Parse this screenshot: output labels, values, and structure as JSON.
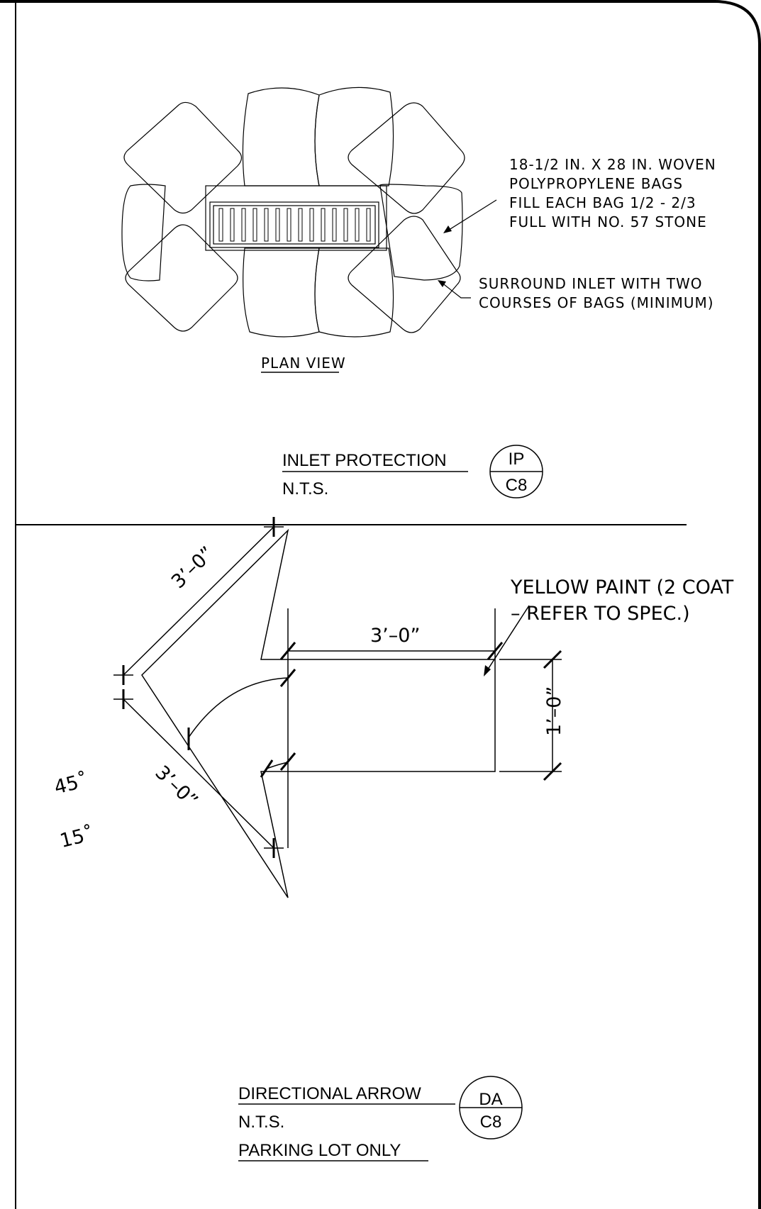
{
  "plan": {
    "notes": [
      "18-1/2 IN. X 28 IN. WOVEN",
      "POLYPROPYLENE BAGS",
      "FILL EACH BAG 1/2 - 2/3",
      "FULL WITH NO. 57 STONE"
    ],
    "surround_notes": [
      "SURROUND INLET WITH TWO",
      "COURSES OF BAGS (MINIMUM)"
    ],
    "view_label": "PLAN VIEW"
  },
  "inlet_title": {
    "name": "INLET PROTECTION",
    "scale": "N.T.S.",
    "tag_top": "IP",
    "tag_bottom": "C8"
  },
  "arrow": {
    "paint_note": [
      "YELLOW PAINT (2 COAT",
      "– REFER TO SPEC.)"
    ],
    "dim_shaft_length": "3’–0”",
    "dim_upper_edge": "3’–0”",
    "dim_lower_edge": "3’–0”",
    "dim_shaft_width": "1’–0”",
    "angle_head": "45˚",
    "angle_barb": "15˚"
  },
  "arrow_title": {
    "name": "DIRECTIONAL ARROW",
    "scale": "N.T.S.",
    "note": "PARKING LOT ONLY",
    "tag_top": "DA",
    "tag_bottom": "C8"
  }
}
